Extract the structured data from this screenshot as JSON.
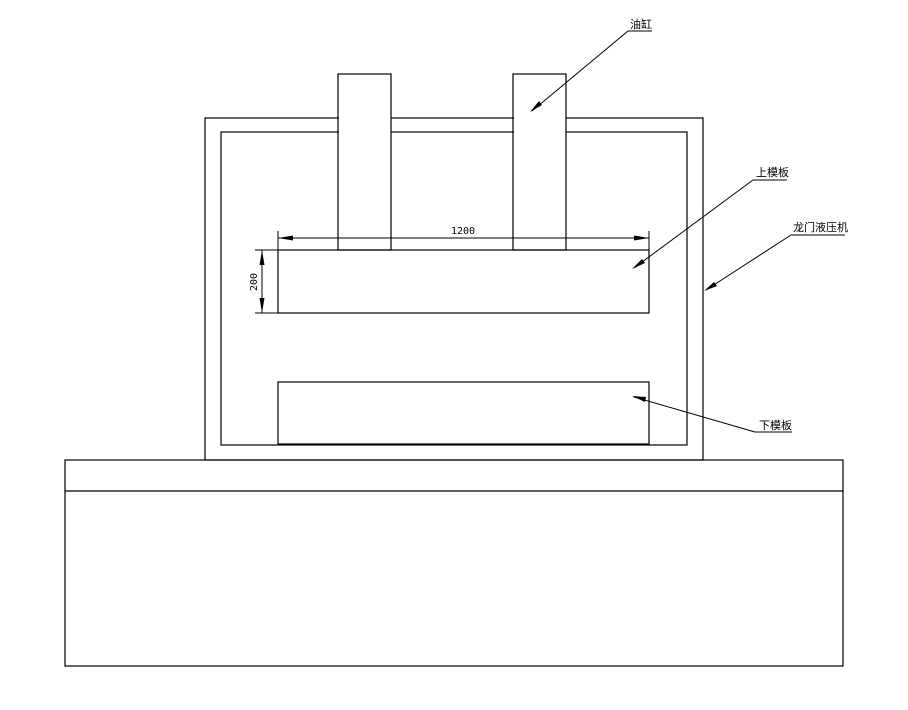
{
  "labels": {
    "cylinder": "油缸",
    "upper_mold": "上模板",
    "gantry_press": "龙门液压机",
    "lower_mold": "下模板"
  },
  "dimensions": {
    "width": "1200",
    "height": "200"
  },
  "colors": {
    "line": "#000000",
    "background": "#ffffff"
  }
}
